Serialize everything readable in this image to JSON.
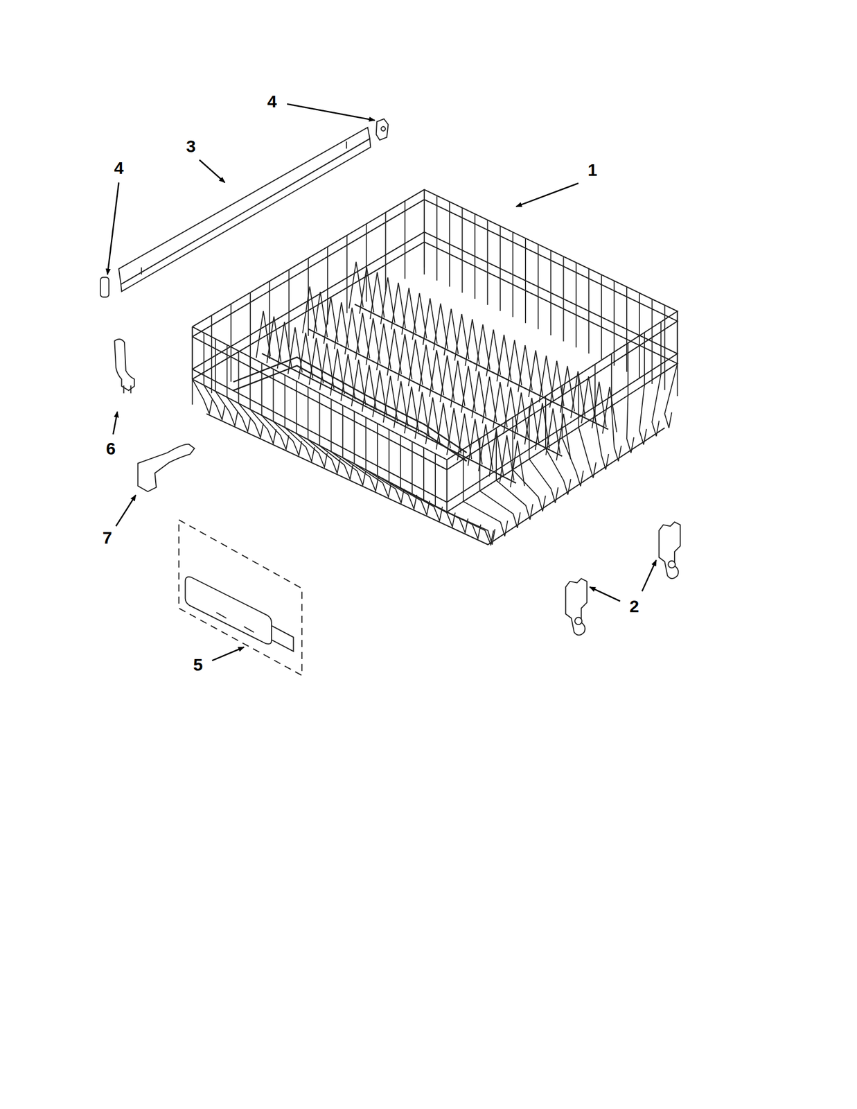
{
  "diagram": {
    "labels": [
      "4",
      "3",
      "4",
      "1",
      "6",
      "7",
      "2",
      "5"
    ]
  }
}
